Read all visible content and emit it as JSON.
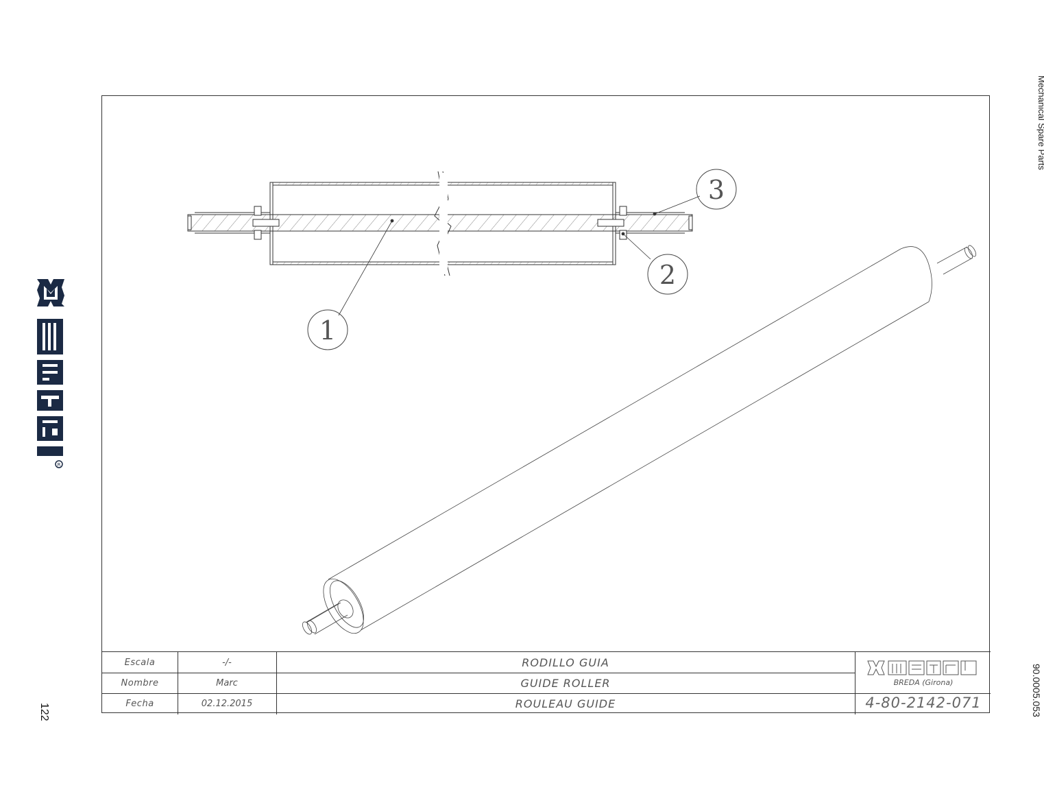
{
  "page": {
    "page_number": "122",
    "side_heading": "Mechanical Spare Parts",
    "side_code": "90.0005.053",
    "brand_logo": "imetal-logo"
  },
  "drawing": {
    "balloons": [
      "1",
      "2",
      "3"
    ]
  },
  "title_block": {
    "rows": [
      {
        "label": "Escala",
        "value": "-/-",
        "title": "RODILLO GUIA"
      },
      {
        "label": "Nombre",
        "value": "Marc",
        "title": "GUIDE ROLLER"
      },
      {
        "label": "Fecha",
        "value": "02.12.2015",
        "title": "ROULEAU GUIDE"
      }
    ],
    "company_city": "BREDA (Girona)",
    "drawing_number": "4-80-2142-071"
  },
  "colors": {
    "logo_navy": "#1b2a44",
    "line": "#333333"
  }
}
